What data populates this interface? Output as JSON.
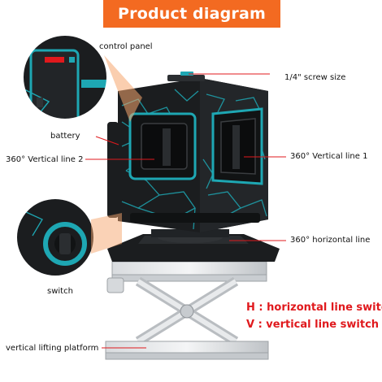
{
  "title": "Product diagram",
  "colors": {
    "banner": "#f36a21",
    "accent_teal": "#1ea7b3",
    "body_dark": "#1b1d1f",
    "pointer_line": "#e0191d",
    "highlight_text": "#e0191d"
  },
  "labels": {
    "control_panel": "control panel",
    "screw_size": "1/4\" screw size",
    "battery": "battery",
    "vertical_line_2": "360° Vertical line 2",
    "vertical_line_1": "360° Vertical line 1",
    "horizontal_line": "360° horizontal line",
    "switch": "switch",
    "lifting_platform": "vertical lifting platform"
  },
  "legend": {
    "h_line": "H : horizontal line switch",
    "v_line": "V : vertical line switch"
  }
}
